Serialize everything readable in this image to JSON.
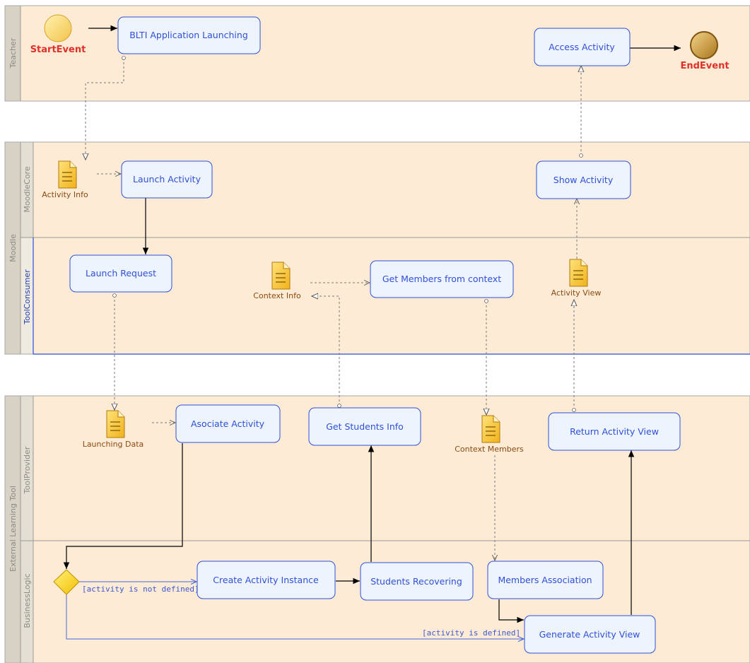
{
  "pools": {
    "teacher": "Teacher",
    "moodle": "Moodle",
    "moodle_core": "MoodleCore",
    "tool_consumer": "ToolConsumer",
    "external_tool": "External Learning Tool",
    "tool_provider": "ToolProvider",
    "business_logic": "BusinessLogic"
  },
  "events": {
    "start": "StartEvent",
    "end": "EndEvent"
  },
  "tasks": {
    "blti": "BLTI Application Launching",
    "access_activity": "Access Activity",
    "launch_activity": "Launch Activity",
    "show_activity": "Show Activity",
    "launch_request": "Launch Request",
    "get_members": "Get Members from context",
    "asociate_activity": "Asociate Activity",
    "get_students_info": "Get Students Info",
    "return_activity_view": "Return Activity View",
    "create_activity_instance": "Create Activity Instance",
    "students_recovering": "Students Recovering",
    "members_association": "Members Association",
    "generate_activity_view": "Generate Activity View"
  },
  "documents": {
    "activity_info": "Activity Info",
    "context_info": "Context Info",
    "activity_view": "Activity View",
    "launching_data": "Launching Data",
    "context_members": "Context Members"
  },
  "conditions": {
    "not_defined": "[activity is not defined]",
    "defined": "[activity is defined]"
  },
  "colors": {
    "pool_bg": "#fdebd6",
    "task_border": "#2f4fd8",
    "task_fill": "#eef4fd",
    "event_label": "#e0302a",
    "doc_label": "#8b4a10",
    "gateway": "#f5c400"
  }
}
